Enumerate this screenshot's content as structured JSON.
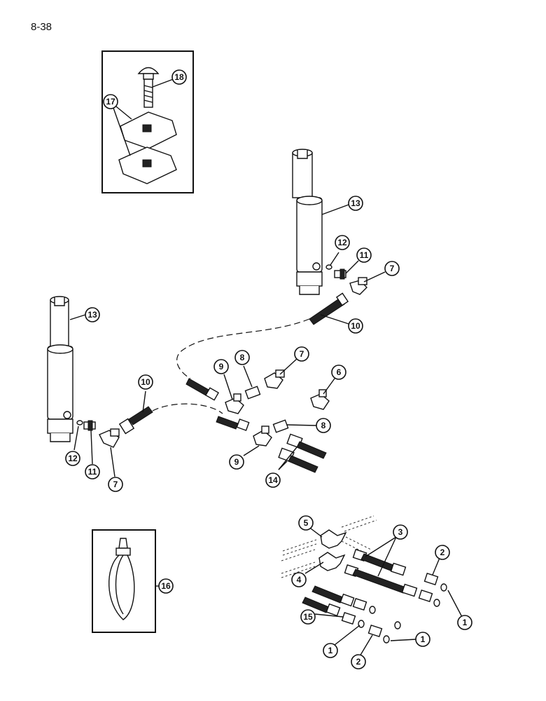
{
  "page": {
    "number": "8-38"
  },
  "callouts": {
    "c1a": "1",
    "c1b": "1",
    "c1c": "1",
    "c2a": "2",
    "c2b": "2",
    "c3": "3",
    "c4": "4",
    "c5": "5",
    "c6": "6",
    "c7a": "7",
    "c7b": "7",
    "c7c": "7",
    "c8a": "8",
    "c8b": "8",
    "c9a": "9",
    "c9b": "9",
    "c10a": "10",
    "c10b": "10",
    "c11a": "11",
    "c11b": "11",
    "c12a": "12",
    "c12b": "12",
    "c13a": "13",
    "c13b": "13",
    "c14": "14",
    "c15": "15",
    "c16": "16",
    "c17": "17",
    "c18": "18"
  }
}
